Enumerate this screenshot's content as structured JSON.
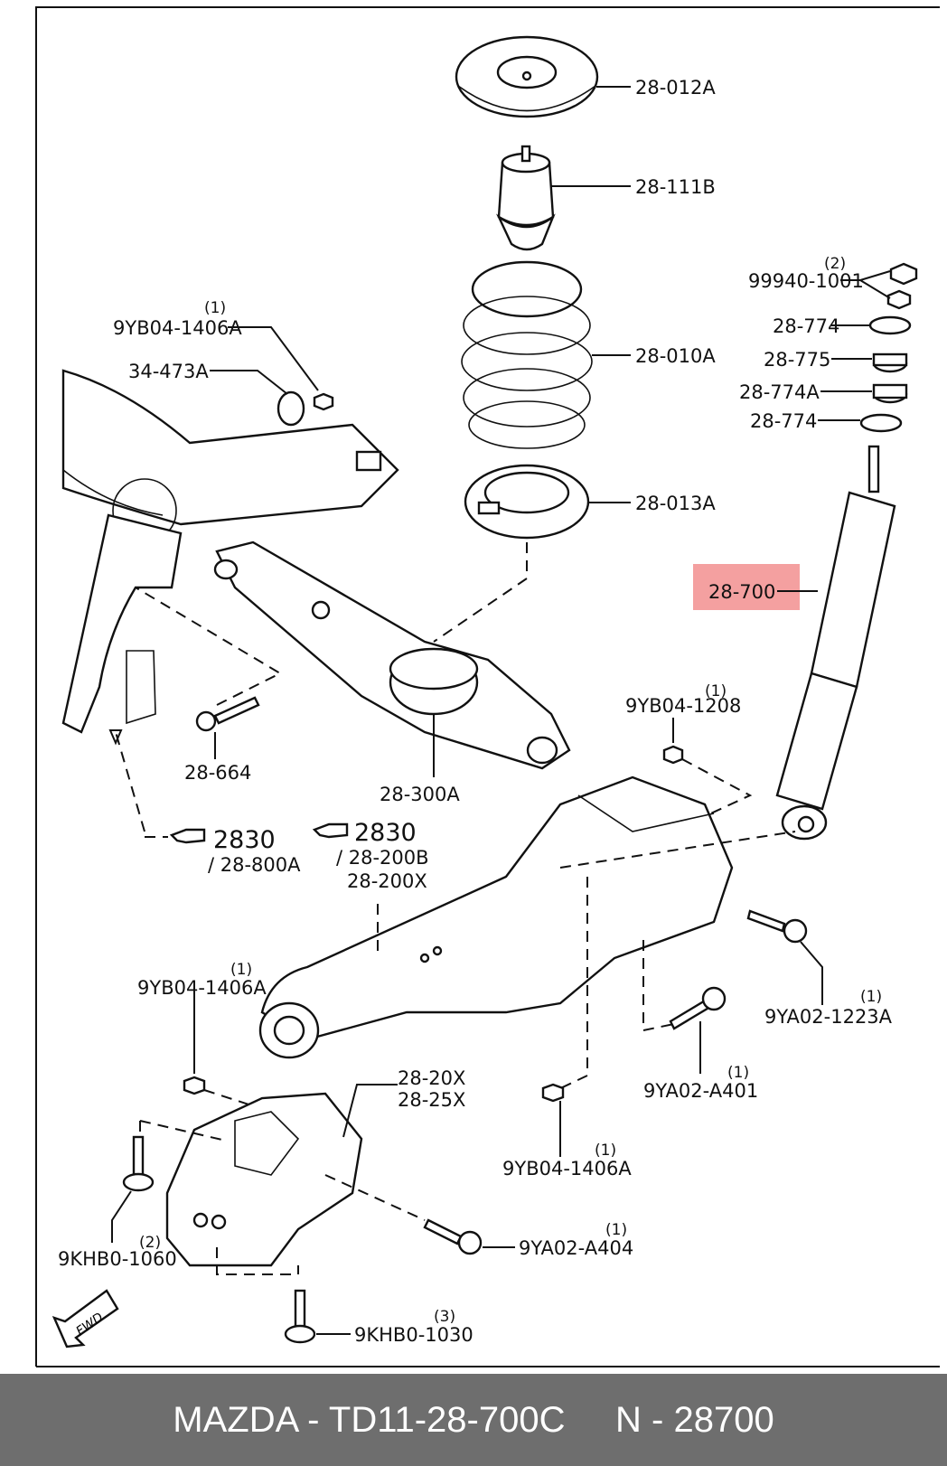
{
  "colors": {
    "highlight": "#f4a0a0",
    "footer_bg": "#6e6e6e",
    "footer_text": "#ffffff"
  },
  "labels": {
    "p28_012A": "28-012A",
    "p28_111B": "28-111B",
    "p28_010A": "28-010A",
    "p28_013A": "28-013A",
    "p99940": "99940-1001",
    "q99940": "(2)",
    "p28_774a": "28-774",
    "p28_775": "28-775",
    "p28_774A": "28-774A",
    "p28_774b": "28-774",
    "p28_700": "28-700",
    "p9YB04_1406A_top": "9YB04-1406A",
    "q9YB04_1406A_top": "(1)",
    "p34_473A": "34-473A",
    "p28_664": "28-664",
    "p28_300A": "28-300A",
    "p9YB04_1208": "9YB04-1208",
    "q9YB04_1208": "(1)",
    "ref1_num": "2830",
    "ref1_sub": "/ 28-800A",
    "ref2_num": "2830",
    "ref2_sub1": "/ 28-200B",
    "ref2_sub2": "28-200X",
    "p9YA02_1223A": "9YA02-1223A",
    "q9YA02_1223A": "(1)",
    "p9YB04_1406A_left": "9YB04-1406A",
    "q9YB04_1406A_left": "(1)",
    "p9YA02_A401": "9YA02-A401",
    "q9YA02_A401": "(1)",
    "p28_20X": "28-20X",
    "p28_25X": "28-25X",
    "p9YB04_1406A_mid": "9YB04-1406A",
    "q9YB04_1406A_mid": "(1)",
    "p9KHB0_1060": "9KHB0-1060",
    "q9KHB0_1060": "(2)",
    "p9YA02_A404": "9YA02-A404",
    "q9YA02_A404": "(1)",
    "p9KHB0_1030": "9KHB0-1030",
    "q9KHB0_1030": "(3)",
    "fwd": "FWD"
  },
  "footer": {
    "text": "MAZDA - TD11-28-700C     N - 28700"
  }
}
